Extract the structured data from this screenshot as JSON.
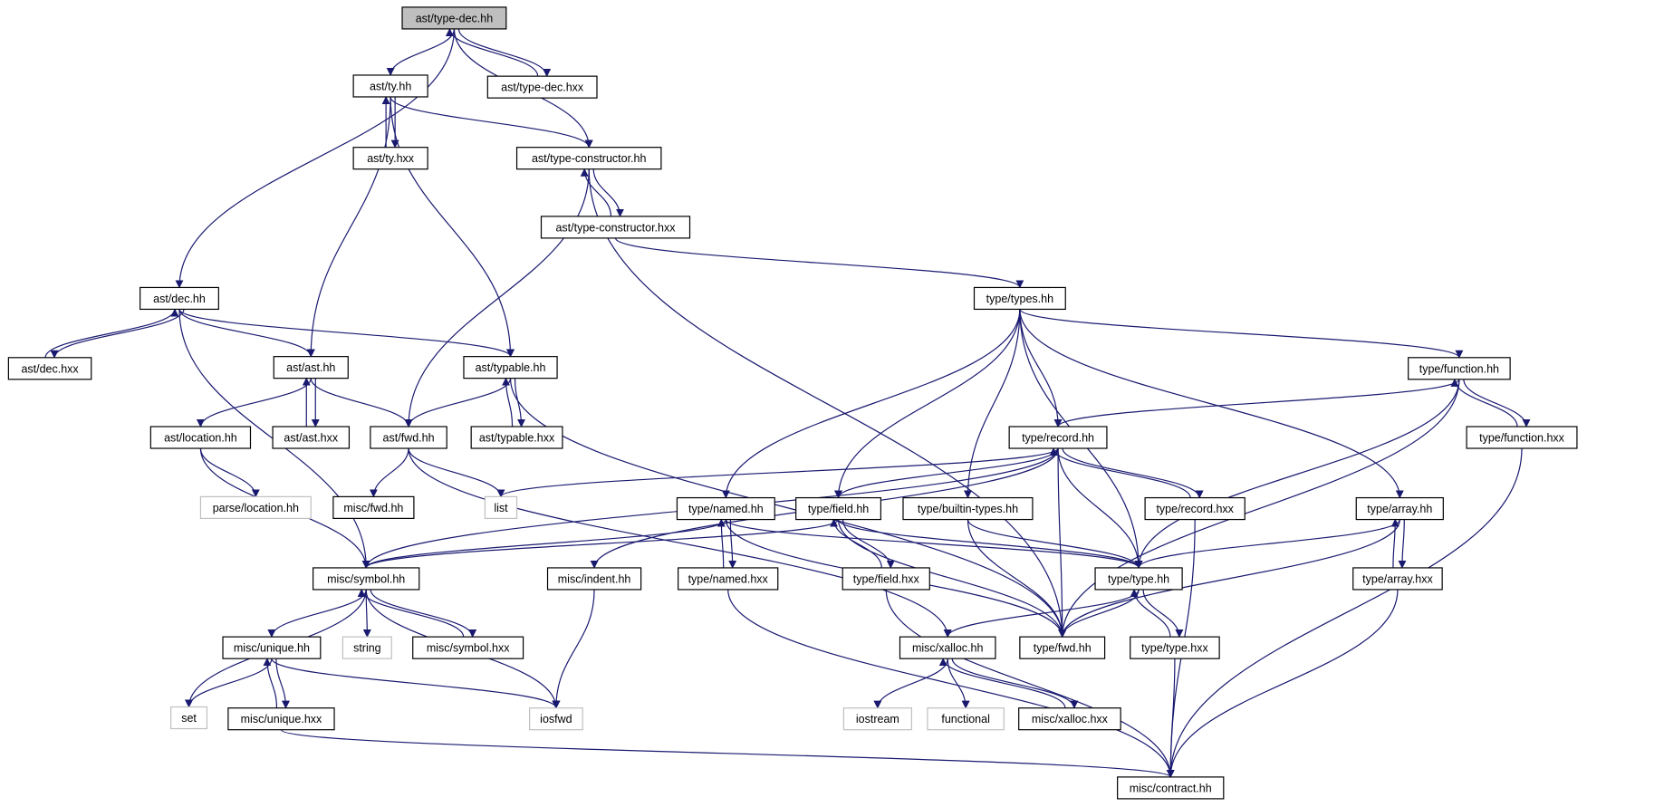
{
  "diagram": {
    "nodes": [
      {
        "id": "ast_type_dec_hh",
        "label": "ast/type-dec.hh",
        "kind": "root"
      },
      {
        "id": "ast_ty_hh",
        "label": "ast/ty.hh",
        "kind": "documented"
      },
      {
        "id": "ast_type_dec_hxx",
        "label": "ast/type-dec.hxx",
        "kind": "documented"
      },
      {
        "id": "ast_ty_hxx",
        "label": "ast/ty.hxx",
        "kind": "documented"
      },
      {
        "id": "ast_type_constructor_hh",
        "label": "ast/type-constructor.hh",
        "kind": "documented"
      },
      {
        "id": "ast_type_constructor_hxx",
        "label": "ast/type-constructor.hxx",
        "kind": "documented"
      },
      {
        "id": "ast_dec_hh",
        "label": "ast/dec.hh",
        "kind": "documented"
      },
      {
        "id": "type_types_hh",
        "label": "type/types.hh",
        "kind": "documented"
      },
      {
        "id": "ast_dec_hxx",
        "label": "ast/dec.hxx",
        "kind": "documented"
      },
      {
        "id": "ast_ast_hh",
        "label": "ast/ast.hh",
        "kind": "documented"
      },
      {
        "id": "ast_typable_hh",
        "label": "ast/typable.hh",
        "kind": "documented"
      },
      {
        "id": "type_function_hh",
        "label": "type/function.hh",
        "kind": "documented"
      },
      {
        "id": "ast_location_hh",
        "label": "ast/location.hh",
        "kind": "documented"
      },
      {
        "id": "ast_ast_hxx",
        "label": "ast/ast.hxx",
        "kind": "documented"
      },
      {
        "id": "ast_fwd_hh",
        "label": "ast/fwd.hh",
        "kind": "documented"
      },
      {
        "id": "ast_typable_hxx",
        "label": "ast/typable.hxx",
        "kind": "documented"
      },
      {
        "id": "type_record_hh",
        "label": "type/record.hh",
        "kind": "documented"
      },
      {
        "id": "type_function_hxx",
        "label": "type/function.hxx",
        "kind": "documented"
      },
      {
        "id": "parse_location_hh",
        "label": "parse/location.hh",
        "kind": "external"
      },
      {
        "id": "misc_fwd_hh",
        "label": "misc/fwd.hh",
        "kind": "documented"
      },
      {
        "id": "list",
        "label": "list",
        "kind": "external"
      },
      {
        "id": "type_named_hh",
        "label": "type/named.hh",
        "kind": "documented"
      },
      {
        "id": "type_field_hh",
        "label": "type/field.hh",
        "kind": "documented"
      },
      {
        "id": "type_builtin_types_hh",
        "label": "type/builtin-types.hh",
        "kind": "documented"
      },
      {
        "id": "type_record_hxx",
        "label": "type/record.hxx",
        "kind": "documented"
      },
      {
        "id": "type_array_hh",
        "label": "type/array.hh",
        "kind": "documented"
      },
      {
        "id": "misc_symbol_hh",
        "label": "misc/symbol.hh",
        "kind": "documented"
      },
      {
        "id": "misc_indent_hh",
        "label": "misc/indent.hh",
        "kind": "documented"
      },
      {
        "id": "type_named_hxx",
        "label": "type/named.hxx",
        "kind": "documented"
      },
      {
        "id": "type_field_hxx",
        "label": "type/field.hxx",
        "kind": "documented"
      },
      {
        "id": "type_type_hh",
        "label": "type/type.hh",
        "kind": "documented"
      },
      {
        "id": "type_array_hxx",
        "label": "type/array.hxx",
        "kind": "documented"
      },
      {
        "id": "misc_unique_hh",
        "label": "misc/unique.hh",
        "kind": "documented"
      },
      {
        "id": "string",
        "label": "string",
        "kind": "external"
      },
      {
        "id": "misc_symbol_hxx",
        "label": "misc/symbol.hxx",
        "kind": "documented"
      },
      {
        "id": "misc_xalloc_hh",
        "label": "misc/xalloc.hh",
        "kind": "documented"
      },
      {
        "id": "type_fwd_hh",
        "label": "type/fwd.hh",
        "kind": "documented"
      },
      {
        "id": "type_type_hxx",
        "label": "type/type.hxx",
        "kind": "documented"
      },
      {
        "id": "set",
        "label": "set",
        "kind": "external"
      },
      {
        "id": "misc_unique_hxx",
        "label": "misc/unique.hxx",
        "kind": "documented"
      },
      {
        "id": "iosfwd",
        "label": "iosfwd",
        "kind": "external"
      },
      {
        "id": "iostream",
        "label": "iostream",
        "kind": "external"
      },
      {
        "id": "functional",
        "label": "functional",
        "kind": "external"
      },
      {
        "id": "misc_xalloc_hxx",
        "label": "misc/xalloc.hxx",
        "kind": "documented"
      },
      {
        "id": "misc_contract_hh",
        "label": "misc/contract.hh",
        "kind": "documented"
      }
    ],
    "edges": [
      [
        "ast_type_dec_hh",
        "ast_ty_hh"
      ],
      [
        "ast_type_dec_hh",
        "ast_type_dec_hxx"
      ],
      [
        "ast_type_dec_hxx",
        "ast_type_dec_hh"
      ],
      [
        "ast_type_dec_hh",
        "ast_type_constructor_hh"
      ],
      [
        "ast_type_dec_hh",
        "ast_dec_hh"
      ],
      [
        "ast_ty_hh",
        "ast_ty_hxx"
      ],
      [
        "ast_ty_hxx",
        "ast_ty_hh"
      ],
      [
        "ast_ty_hh",
        "ast_type_constructor_hh"
      ],
      [
        "ast_ty_hh",
        "ast_ast_hh"
      ],
      [
        "ast_ty_hh",
        "ast_typable_hh"
      ],
      [
        "ast_type_constructor_hh",
        "ast_type_constructor_hxx"
      ],
      [
        "ast_type_constructor_hxx",
        "ast_type_constructor_hh"
      ],
      [
        "ast_type_constructor_hh",
        "ast_fwd_hh"
      ],
      [
        "ast_type_constructor_hh",
        "type_fwd_hh"
      ],
      [
        "ast_type_constructor_hxx",
        "type_types_hh"
      ],
      [
        "ast_dec_hh",
        "ast_dec_hxx"
      ],
      [
        "ast_dec_hxx",
        "ast_dec_hh"
      ],
      [
        "ast_dec_hh",
        "ast_ast_hh"
      ],
      [
        "ast_dec_hh",
        "ast_typable_hh"
      ],
      [
        "ast_dec_hh",
        "misc_symbol_hh"
      ],
      [
        "ast_ast_hh",
        "ast_location_hh"
      ],
      [
        "ast_ast_hh",
        "ast_ast_hxx"
      ],
      [
        "ast_ast_hxx",
        "ast_ast_hh"
      ],
      [
        "ast_ast_hh",
        "ast_fwd_hh"
      ],
      [
        "ast_typable_hh",
        "ast_fwd_hh"
      ],
      [
        "ast_typable_hh",
        "ast_typable_hxx"
      ],
      [
        "ast_typable_hxx",
        "ast_typable_hh"
      ],
      [
        "ast_typable_hh",
        "type_fwd_hh"
      ],
      [
        "ast_location_hh",
        "parse_location_hh"
      ],
      [
        "ast_location_hh",
        "misc_symbol_hh"
      ],
      [
        "ast_fwd_hh",
        "misc_fwd_hh"
      ],
      [
        "ast_fwd_hh",
        "list"
      ],
      [
        "ast_fwd_hh",
        "misc_xalloc_hh"
      ],
      [
        "type_types_hh",
        "type_function_hh"
      ],
      [
        "type_types_hh",
        "type_record_hh"
      ],
      [
        "type_types_hh",
        "type_named_hh"
      ],
      [
        "type_types_hh",
        "type_field_hh"
      ],
      [
        "type_types_hh",
        "type_builtin_types_hh"
      ],
      [
        "type_types_hh",
        "type_array_hh"
      ],
      [
        "type_types_hh",
        "type_type_hh"
      ],
      [
        "type_function_hh",
        "type_record_hh"
      ],
      [
        "type_function_hh",
        "type_function_hxx"
      ],
      [
        "type_function_hxx",
        "type_function_hh"
      ],
      [
        "type_function_hh",
        "type_type_hh"
      ],
      [
        "type_function_hh",
        "type_fwd_hh"
      ],
      [
        "type_function_hxx",
        "misc_contract_hh"
      ],
      [
        "type_record_hh",
        "list"
      ],
      [
        "type_record_hh",
        "misc_symbol_hh"
      ],
      [
        "type_record_hh",
        "misc_indent_hh"
      ],
      [
        "type_record_hh",
        "type_field_hh"
      ],
      [
        "type_record_hh",
        "type_record_hxx"
      ],
      [
        "type_record_hxx",
        "type_record_hh"
      ],
      [
        "type_record_hh",
        "type_type_hh"
      ],
      [
        "type_record_hh",
        "type_fwd_hh"
      ],
      [
        "type_record_hxx",
        "misc_contract_hh"
      ],
      [
        "type_named_hh",
        "misc_symbol_hh"
      ],
      [
        "type_named_hh",
        "type_named_hxx"
      ],
      [
        "type_named_hxx",
        "type_named_hh"
      ],
      [
        "type_named_hh",
        "type_type_hh"
      ],
      [
        "type_named_hh",
        "type_fwd_hh"
      ],
      [
        "type_named_hxx",
        "misc_contract_hh"
      ],
      [
        "type_field_hh",
        "misc_symbol_hh"
      ],
      [
        "type_field_hh",
        "type_field_hxx"
      ],
      [
        "type_field_hxx",
        "type_field_hh"
      ],
      [
        "type_field_hh",
        "type_type_hh"
      ],
      [
        "type_field_hh",
        "type_fwd_hh"
      ],
      [
        "type_field_hxx",
        "misc_contract_hh"
      ],
      [
        "type_builtin_types_hh",
        "type_type_hh"
      ],
      [
        "type_builtin_types_hh",
        "type_fwd_hh"
      ],
      [
        "type_array_hh",
        "type_type_hh"
      ],
      [
        "type_array_hh",
        "type_fwd_hh"
      ],
      [
        "type_array_hh",
        "type_array_hxx"
      ],
      [
        "type_array_hxx",
        "type_array_hh"
      ],
      [
        "type_array_hxx",
        "misc_contract_hh"
      ],
      [
        "misc_symbol_hh",
        "set"
      ],
      [
        "misc_symbol_hh",
        "misc_unique_hh"
      ],
      [
        "misc_symbol_hh",
        "string"
      ],
      [
        "misc_symbol_hh",
        "misc_symbol_hxx"
      ],
      [
        "misc_symbol_hxx",
        "misc_symbol_hh"
      ],
      [
        "misc_symbol_hh",
        "iosfwd"
      ],
      [
        "misc_indent_hh",
        "iosfwd"
      ],
      [
        "type_type_hh",
        "misc_xalloc_hh"
      ],
      [
        "type_type_hh",
        "type_fwd_hh"
      ],
      [
        "type_type_hh",
        "type_type_hxx"
      ],
      [
        "type_type_hxx",
        "type_type_hh"
      ],
      [
        "type_type_hxx",
        "misc_contract_hh"
      ],
      [
        "misc_unique_hh",
        "set"
      ],
      [
        "misc_unique_hh",
        "misc_unique_hxx"
      ],
      [
        "misc_unique_hxx",
        "misc_unique_hh"
      ],
      [
        "misc_unique_hh",
        "iosfwd"
      ],
      [
        "misc_unique_hxx",
        "misc_contract_hh"
      ],
      [
        "misc_xalloc_hh",
        "iostream"
      ],
      [
        "misc_xalloc_hh",
        "functional"
      ],
      [
        "misc_xalloc_hh",
        "misc_xalloc_hxx"
      ],
      [
        "misc_xalloc_hxx",
        "misc_xalloc_hh"
      ]
    ],
    "colors": {
      "edge": "#191970",
      "root_fill": "#bfbfbf",
      "node_border": "#000000",
      "external_border": "#bfbfbf",
      "node_fill": "#ffffff"
    }
  }
}
